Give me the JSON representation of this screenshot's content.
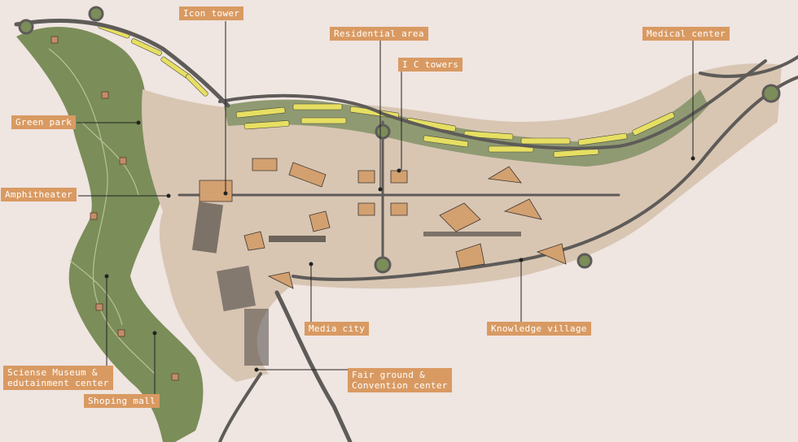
{
  "map": {
    "labels": {
      "icon_tower": "Icon tower",
      "residential_area": "Residential area",
      "ic_towers": "I C towers",
      "medical_center": "Medical center",
      "green_park": "Green park",
      "amphitheater": "Amphitheater",
      "media_city": "Media city",
      "knowledge_village": "Knowledge village",
      "science_museum_line1": "Sciense Museum &",
      "science_museum_line2": "edutainment center",
      "fair_ground_line1": "Fair ground &",
      "fair_ground_line2": "Convention center",
      "shopping_mall": "Shoping mall"
    },
    "colors": {
      "background": "#efe5e1",
      "label_fill": "#d99a62",
      "park_green": "#7b8d59",
      "building_yellow": "#e6df62",
      "road_gray": "#5e5b58"
    }
  }
}
